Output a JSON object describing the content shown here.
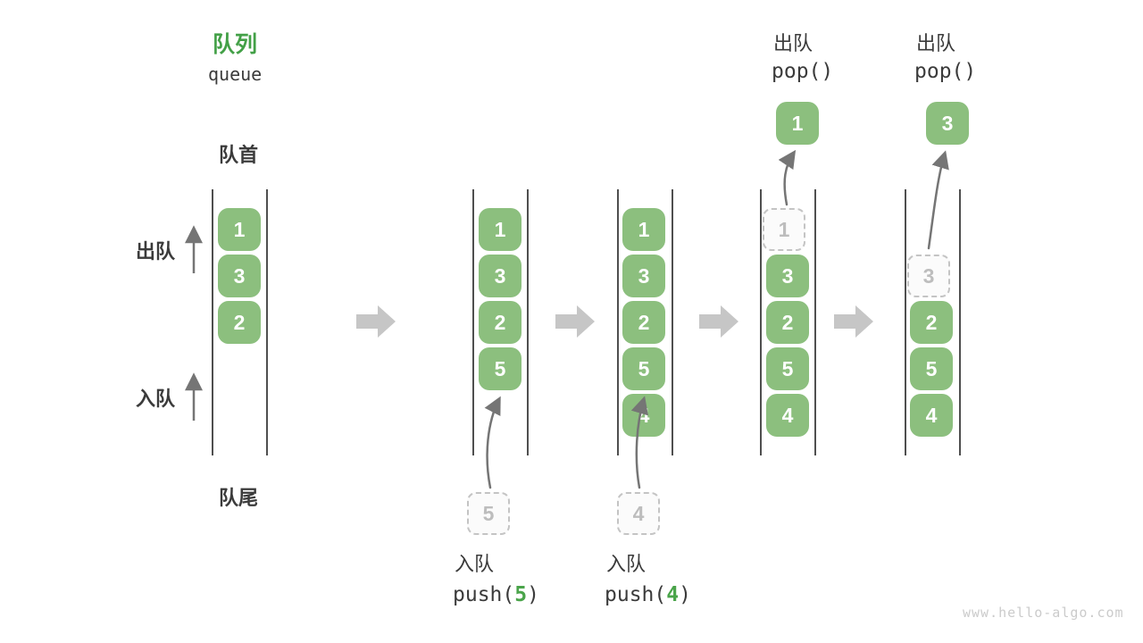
{
  "title": {
    "zh": "队列",
    "en": "queue"
  },
  "labels": {
    "front": "队首",
    "rear": "队尾",
    "dequeue": "出队",
    "enqueue": "入队"
  },
  "watermark": "www.hello-algo.com",
  "queues": [
    {
      "cells": [
        "1",
        "3",
        "2"
      ]
    },
    {
      "cells": [
        "1",
        "3",
        "2",
        "5"
      ],
      "incoming": "5",
      "op": {
        "zh": "入队",
        "code_pre": "push(",
        "code_arg": "5",
        "code_post": ")"
      }
    },
    {
      "cells": [
        "1",
        "3",
        "2",
        "5",
        "4"
      ],
      "incoming": "4",
      "op": {
        "zh": "入队",
        "code_pre": "push(",
        "code_arg": "4",
        "code_post": ")"
      }
    },
    {
      "ghost": "1",
      "cells": [
        "3",
        "2",
        "5",
        "4"
      ],
      "popped": "1",
      "op": {
        "zh": "出队",
        "code": "pop()"
      }
    },
    {
      "ghost": "3",
      "cells": [
        "2",
        "5",
        "4"
      ],
      "popped": "3",
      "op": {
        "zh": "出队",
        "code": "pop()"
      }
    }
  ],
  "colors": {
    "cell_green": "#8CBF7E",
    "title_green": "#43A047",
    "code_arg_green": "#4AA44A",
    "text_dark": "#3B3B3B",
    "thin_arrow": "#757575",
    "block_arrow": "#C6C6C6",
    "ghost_border": "#C4C4C4",
    "ghost_text": "#BDBDBD",
    "container_line": "#4F4F4F"
  }
}
